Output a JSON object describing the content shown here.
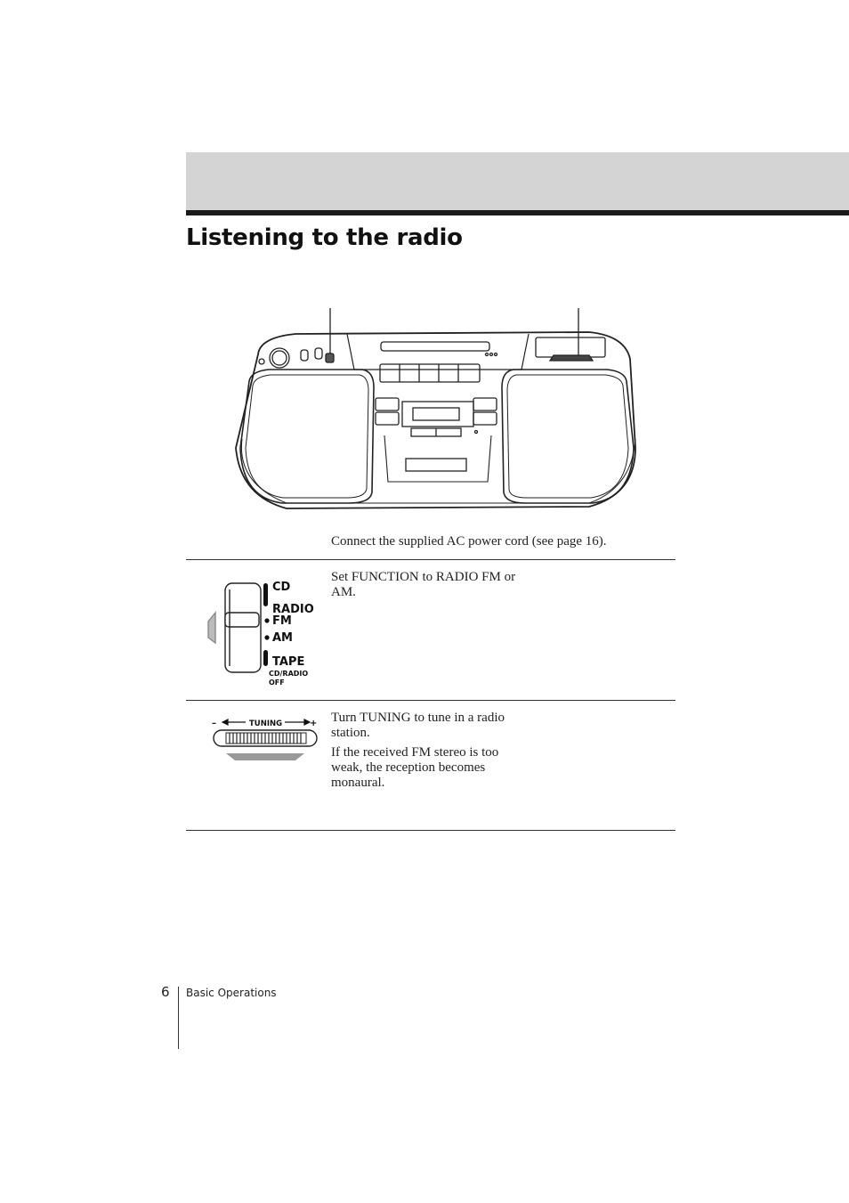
{
  "page": {
    "title": "Listening to the radio",
    "page_number": "6",
    "section": "Basic Operations"
  },
  "steps": [
    {
      "lines": [
        "Connect the supplied AC power cord (see page 16)."
      ]
    },
    {
      "lines": [
        "Set FUNCTION to RADIO FM or",
        "AM."
      ]
    },
    {
      "lines": [
        "Turn TUNING to tune in a radio",
        "station."
      ],
      "note_lines": [
        "If the received FM stereo is too",
        "weak, the reception becomes",
        "monaural."
      ]
    }
  ],
  "function_switch": {
    "cd": "CD",
    "radio": "RADIO",
    "fm": "FM",
    "am": "AM",
    "tape": "TAPE",
    "off_line1": "CD/RADIO",
    "off_line2": "OFF"
  },
  "tuning_dial": {
    "label": "TUNING",
    "minus": "–",
    "plus": "+"
  }
}
